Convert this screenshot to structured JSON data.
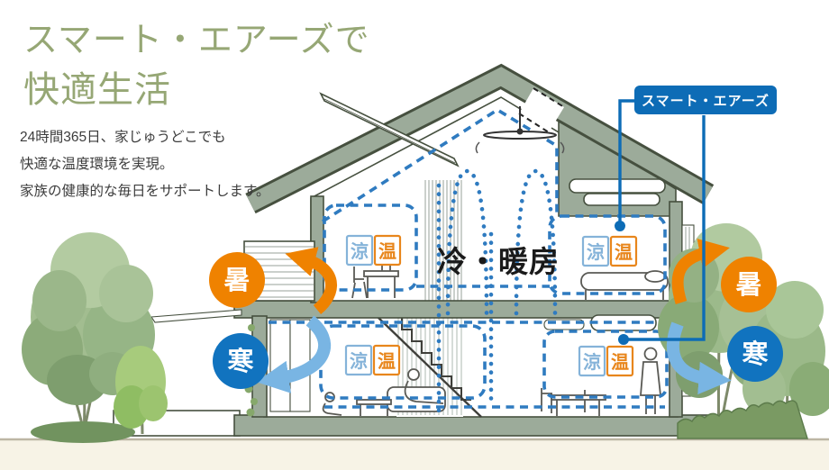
{
  "header": {
    "title_line1": "スマート・エアーズで",
    "title_line2": "快適生活",
    "description_lines": [
      "24時間365日、家じゅうどこでも",
      "快適な温度環境を実現。",
      "家族の健康的な毎日をサポートします。"
    ]
  },
  "callout": {
    "label": "スマート・エアーズ"
  },
  "diagram": {
    "system_label": "冷・暖房",
    "room_badges": {
      "cool": "涼",
      "warm": "温"
    },
    "climate_badges": {
      "hot": "暑",
      "cold": "寒"
    }
  },
  "theme": {
    "title-green": "#96a775",
    "text-dark": "#3c3c3c",
    "accent-blue": "#0d6cb6",
    "dash-blue": "#2f7bc0",
    "arrow-blue": "#79b5e3",
    "hot-orange": "#ef8200",
    "cold-blue": "#1173bf",
    "cool-label": "#85b3d9",
    "warm-label": "#e8861c",
    "house-sage": "#9cab9a",
    "outline-dark": "#46503f",
    "ground-cream": "#f7f3e6",
    "ink-black": "#1a1a1a"
  }
}
